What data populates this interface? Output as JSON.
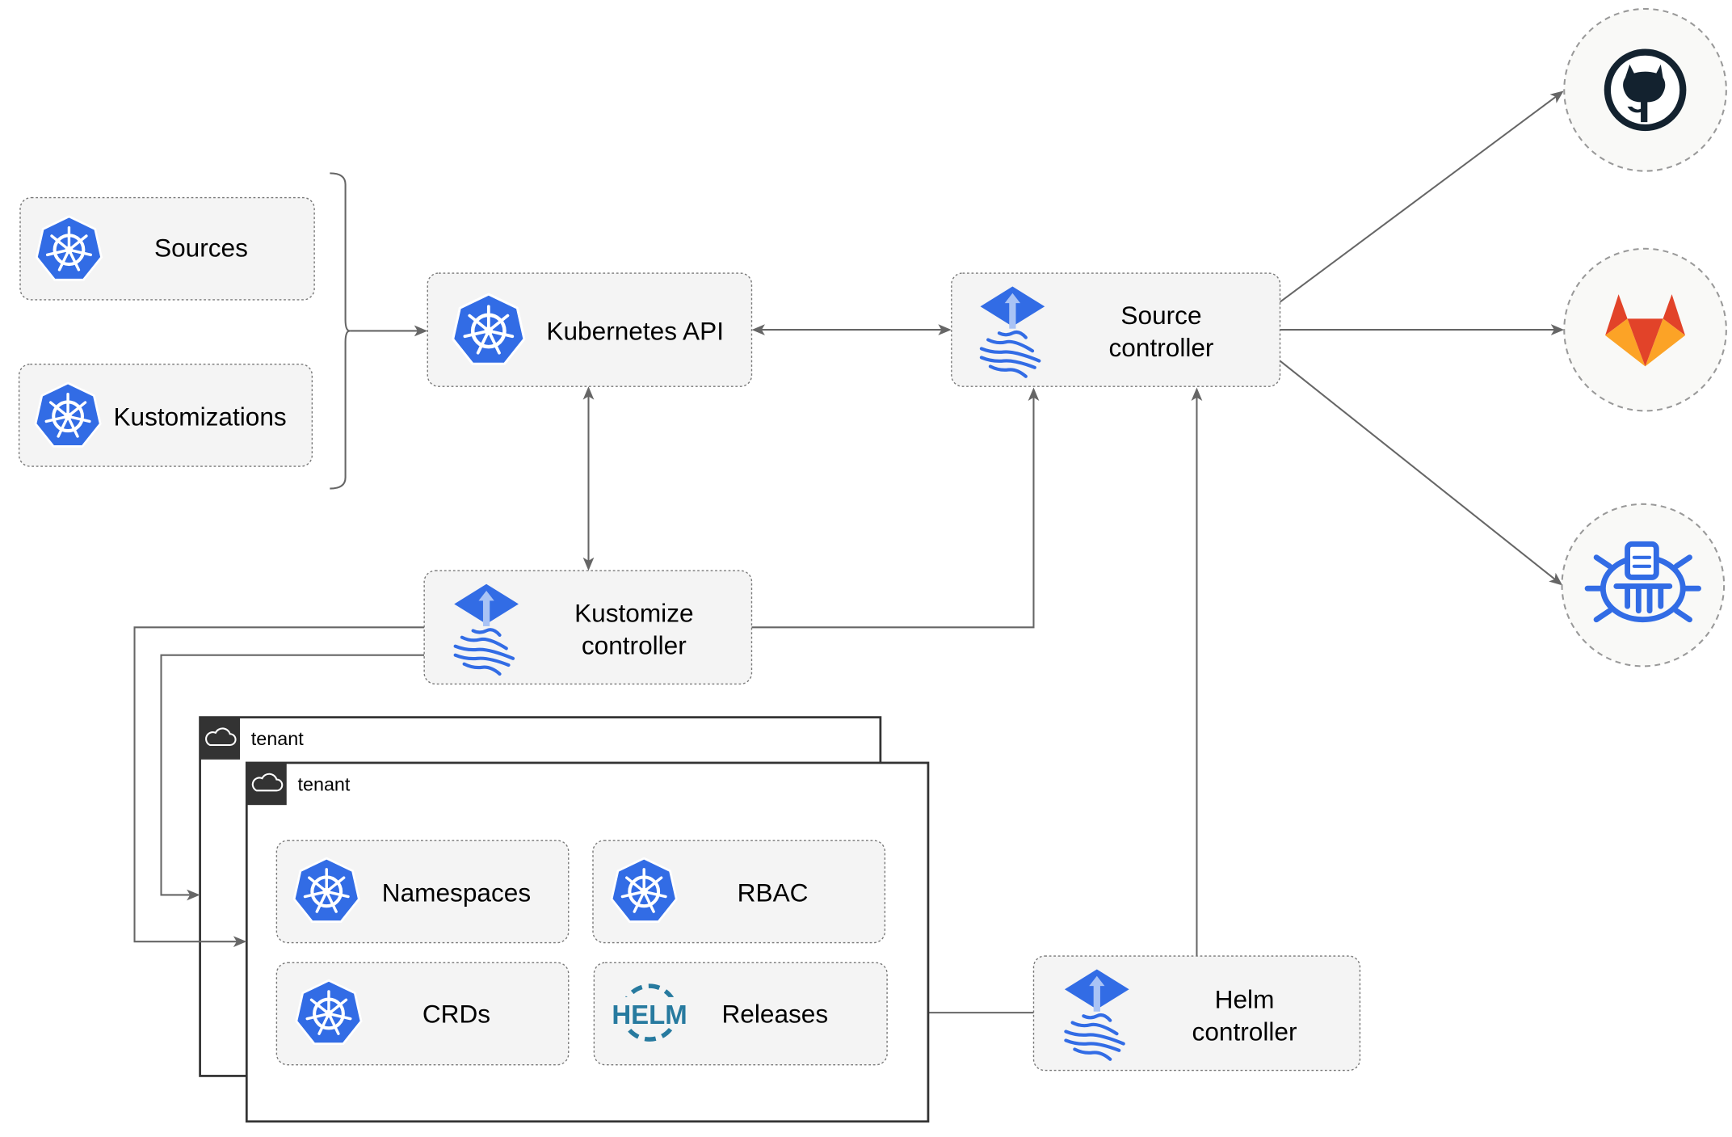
{
  "nodes": {
    "sources": "Sources",
    "kustomizations": "Kustomizations",
    "kubernetes_api": "Kubernetes API",
    "source_controller": [
      "Source",
      "controller"
    ],
    "kustomize_controller": [
      "Kustomize",
      "controller"
    ],
    "helm_controller": [
      "Helm",
      "controller"
    ],
    "namespaces": "Namespaces",
    "rbac": "RBAC",
    "crds": "CRDs",
    "releases": "Releases"
  },
  "tenants": [
    "tenant",
    "tenant"
  ],
  "icons": {
    "kubernetes": "kubernetes-icon",
    "flux": "flux-icon",
    "helm": "helm-icon",
    "helm_text": "HELM",
    "github": "github-icon",
    "gitlab": "gitlab-icon",
    "bucket": "bucket-icon",
    "cloud": "cloud-icon"
  },
  "colors": {
    "kubernetes_blue": "#326CE5",
    "helm_blue": "#277A9F",
    "gitlab_orange": "#E24329",
    "github_dark": "#13222F"
  }
}
